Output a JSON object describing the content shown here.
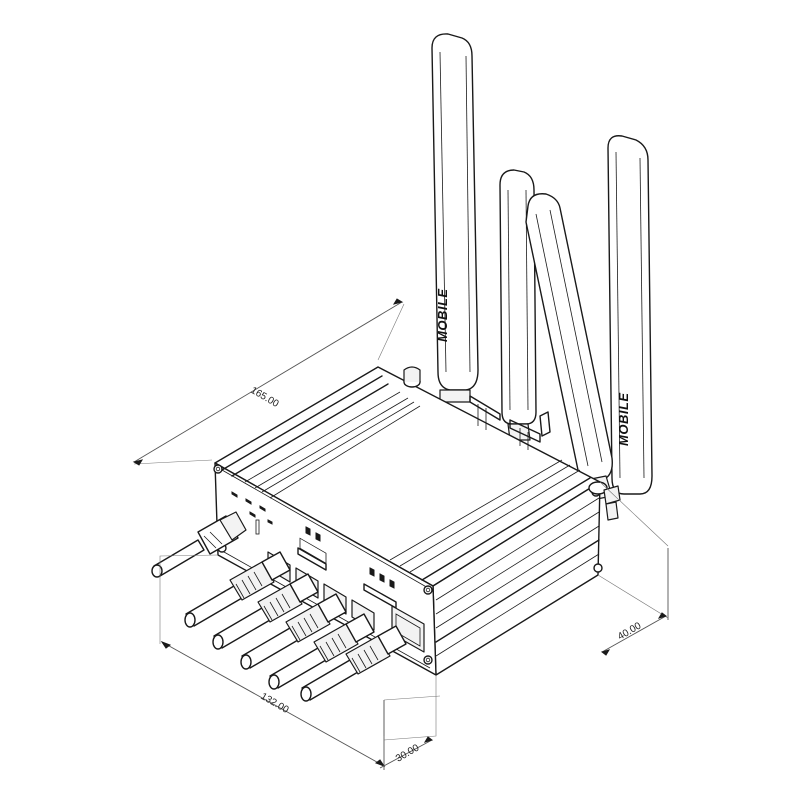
{
  "antenna_label": "MOBILE",
  "dimensions": {
    "length": "165.00",
    "width": "132.00",
    "height_front": "30.00",
    "height_rear": "40.00"
  }
}
